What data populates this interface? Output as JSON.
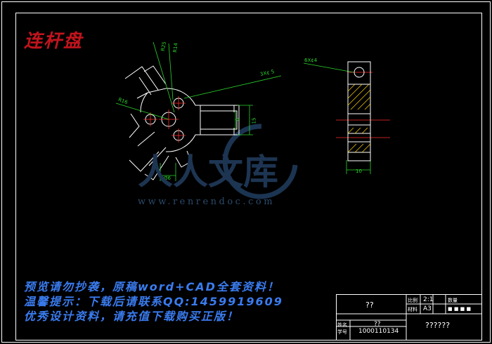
{
  "drawing": {
    "title": "连杆盘",
    "dimensions": {
      "r25": "R25",
      "r14": "R14",
      "r16": "R16",
      "note_3x5": "3X¢ 5",
      "note_6x4": "6X¢4",
      "dim_6": "6",
      "dim_15": "15",
      "dim_86": "Ø6",
      "dim_10": "10"
    }
  },
  "watermark": {
    "cn": "人人文库",
    "url": "www.renrendoc.com"
  },
  "banner_lines": [
    "预览请勿抄袭，原稿word+CAD全套资料！",
    "温馨提示：下载后请联系QQ:1459919609",
    "优秀设计资料，请充值下载购买正版！"
  ],
  "title_block": {
    "part_name": "??",
    "scale_label": "比例",
    "scale_value": "2:1",
    "material_label": "材料",
    "material_value": "A3",
    "count_label": "数量",
    "sheet_marks": "■ ■ ■ ■",
    "name_label": "姓名",
    "name_value": "??",
    "student_label": "学号",
    "student_value": "1000110134",
    "school": "??????"
  }
}
